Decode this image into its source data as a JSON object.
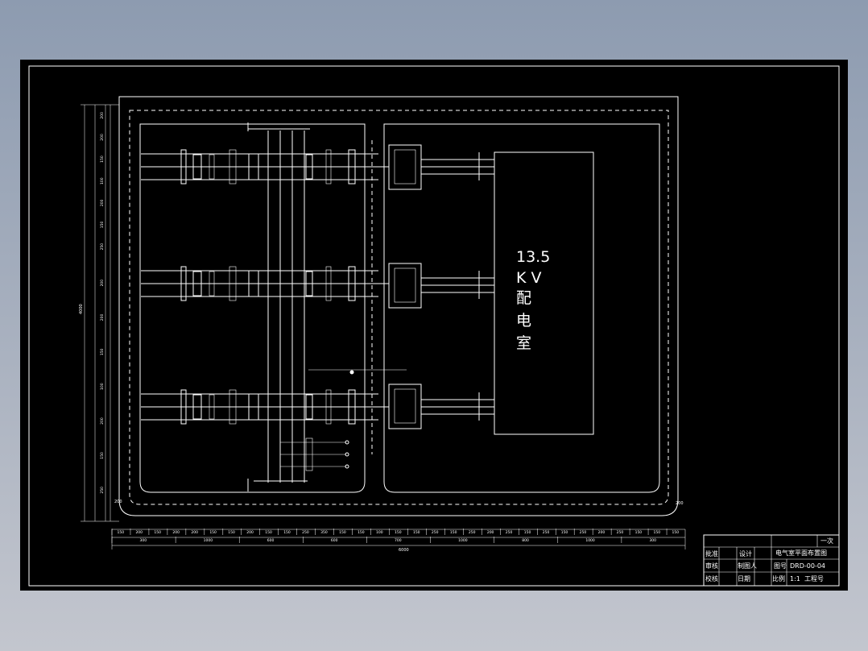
{
  "room_label": {
    "line1": "13.5",
    "line2": "K V",
    "line3": "配",
    "line4": "电",
    "line5": "室"
  },
  "title_block": {
    "sheet_count": "一次",
    "title": "电气室平面布置图",
    "drawing_no_label": "图号",
    "drawing_no": "DRD-00-04",
    "scale_label": "比例",
    "scale": "1:1",
    "phase": "工程号",
    "approve": "批准",
    "review": "审核",
    "check": "校核",
    "design": "设计",
    "draw": "制图人",
    "date": "日期"
  },
  "dimensions": {
    "bottom_total": "6000",
    "bottom_row1": [
      "150",
      "200",
      "150",
      "200",
      "200",
      "150",
      "150",
      "200",
      "150",
      "150",
      "250",
      "350",
      "150",
      "150",
      "100",
      "150",
      "150",
      "250",
      "150",
      "250",
      "200",
      "250",
      "150",
      "250",
      "150",
      "250",
      "200",
      "250",
      "150",
      "150",
      "150"
    ],
    "bottom_row2": [
      "300",
      "1000",
      "600",
      "600",
      "700",
      "1000",
      "800",
      "1000",
      "300"
    ],
    "left_total": "4000",
    "top_dims": [
      "200",
      "200",
      "150",
      "100",
      "200",
      "150",
      "250"
    ],
    "mid_dims": [
      "200",
      "200",
      "150",
      "100",
      "200",
      "150",
      "250"
    ],
    "corner_left": "200",
    "corner_right": "200"
  },
  "colors": {
    "background": "#9aa5b6",
    "sheet": "#000000",
    "lines": "#ffffff"
  }
}
